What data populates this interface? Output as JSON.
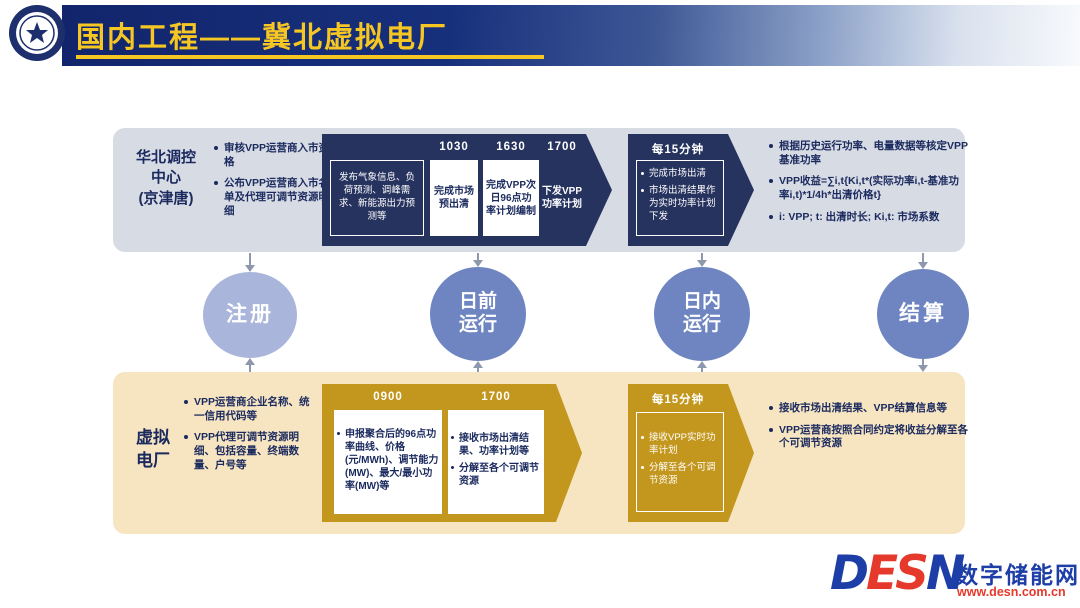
{
  "header": {
    "title": "国内工程——冀北虚拟电厂"
  },
  "top_lane": {
    "label": "华北调控\n中心\n(京津唐)",
    "bullets": [
      "审核VPP运营商入市资格",
      "公布VPP运营商入市名单及代理可调节资源明细"
    ],
    "flow1": {
      "intro": "发布气象信息、负荷预测、调峰需求、新能源出力预测等",
      "steps": [
        {
          "time": "1030",
          "text": "完成市场预出清"
        },
        {
          "time": "1630",
          "text": "完成VPP次日96点功率计划编制"
        },
        {
          "time": "1700",
          "text": "下发VPP功率计划"
        }
      ]
    },
    "flow2": {
      "time": "每15分钟",
      "items": [
        "完成市场出清",
        "市场出清结果作为实时功率计划下发"
      ]
    },
    "right_bullets": [
      "根据历史运行功率、电量数据等核定VPP基准功率",
      "VPP收益=∑i,t{Ki,t*(实际功率i,t-基准功率i,t)*1/4h*出清价格t}",
      "i: VPP; t: 出清时长; Ki,t: 市场系数"
    ]
  },
  "stages": [
    "注册",
    "日前\n运行",
    "日内\n运行",
    "结算"
  ],
  "bottom_lane": {
    "label": "虚拟\n电厂",
    "bullets": [
      "VPP运营商企业名称、统一信用代码等",
      "VPP代理可调节资源明细、包括容量、终端数量、户号等"
    ],
    "flow1": {
      "steps": [
        {
          "time": "0900",
          "items": [
            "申报聚合后的96点功率曲线、价格(元/MWh)、调节能力(MW)、最大/最小功率(MW)等"
          ]
        },
        {
          "time": "1700",
          "items": [
            "接收市场出清结果、功率计划等",
            "分解至各个可调节资源"
          ]
        }
      ]
    },
    "flow2": {
      "time": "每15分钟",
      "items": [
        "接收VPP实时功率计划",
        "分解至各个可调节资源"
      ]
    },
    "right_bullets": [
      "接收市场出清结果、VPP结算信息等",
      "VPP运营商按照合同约定将收益分解至各个可调节资源"
    ]
  },
  "footer": {
    "brand_letters": [
      "D",
      "E",
      "S",
      "N"
    ],
    "brand_name": "数字储能网",
    "brand_url": "www.desn.com.cn"
  },
  "colors": {
    "header_navy": "#13266d",
    "title_yellow": "#f6c623",
    "arrow_navy": "#27335f",
    "arrow_gold": "#c3961d",
    "lane_top_gray": "#d7dbe4",
    "lane_bottom_cream": "#f7e5c2",
    "circle_light_blue": "#a9b5da",
    "circle_blue": "#6e85c1",
    "text_navy": "#1b2a5e",
    "brand_blue": "#1c3ea6",
    "brand_red": "#e5392b"
  }
}
